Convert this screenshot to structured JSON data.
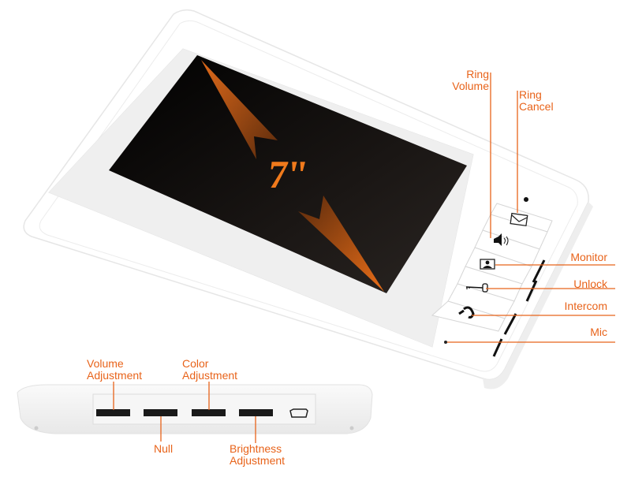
{
  "screen": {
    "size_label": "7\"",
    "accent_color": "#e8631a"
  },
  "callouts": {
    "ring_volume": {
      "line1": "Ring",
      "line2": "Volume"
    },
    "ring_cancel": {
      "line1": "Ring",
      "line2": "Cancel"
    },
    "monitor": {
      "label": "Monitor"
    },
    "unlock": {
      "label": "Unlock"
    },
    "intercom": {
      "label": "Intercom"
    },
    "mic": {
      "label": "Mic"
    },
    "volume_adjustment": {
      "line1": "Volume",
      "line2": "Adjustment"
    },
    "color_adjustment": {
      "line1": "Color",
      "line2": "Adjustment"
    },
    "null": {
      "label": "Null"
    },
    "brightness_adjustment": {
      "line1": "Brightness",
      "line2": "Adjustment"
    }
  },
  "front_buttons": [
    {
      "icon": "envelope-icon",
      "function": "Ring Cancel"
    },
    {
      "icon": "speaker-icon",
      "function": "Ring Volume"
    },
    {
      "icon": "person-icon",
      "function": "Monitor"
    },
    {
      "icon": "key-icon",
      "function": "Unlock"
    },
    {
      "icon": "handset-icon",
      "function": "Intercom"
    }
  ],
  "bottom_controls": [
    {
      "type": "slider",
      "function": "Volume Adjustment"
    },
    {
      "type": "slider",
      "function": "Null"
    },
    {
      "type": "slider",
      "function": "Color Adjustment"
    },
    {
      "type": "slider",
      "function": "Brightness Adjustment"
    },
    {
      "type": "port",
      "function": "connector"
    }
  ]
}
